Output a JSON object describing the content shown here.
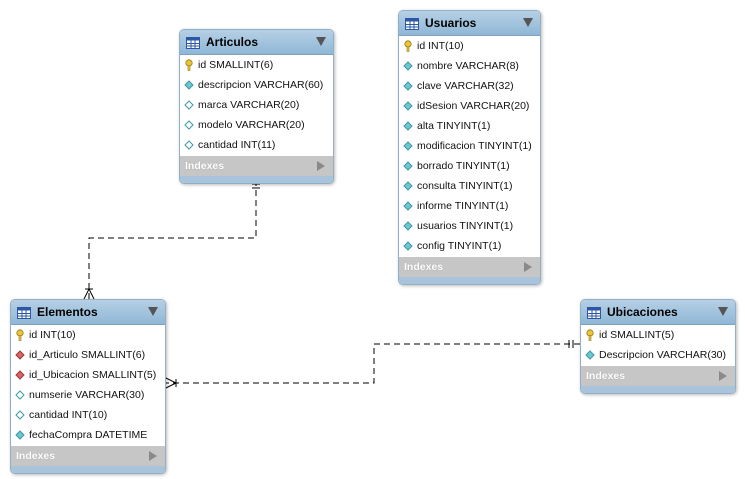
{
  "tables": [
    {
      "id": "articulos",
      "name": "Articulos",
      "columns": [
        {
          "text": "id SMALLINT(6)",
          "kind": "pk"
        },
        {
          "text": "descripcion VARCHAR(60)",
          "kind": "nn"
        },
        {
          "text": "marca VARCHAR(20)",
          "kind": "col"
        },
        {
          "text": "modelo VARCHAR(20)",
          "kind": "col"
        },
        {
          "text": "cantidad INT(11)",
          "kind": "col"
        }
      ],
      "indexes_label": "Indexes"
    },
    {
      "id": "usuarios",
      "name": "Usuarios",
      "columns": [
        {
          "text": "id INT(10)",
          "kind": "pk"
        },
        {
          "text": "nombre VARCHAR(8)",
          "kind": "nn"
        },
        {
          "text": "clave VARCHAR(32)",
          "kind": "nn"
        },
        {
          "text": "idSesion VARCHAR(20)",
          "kind": "nn"
        },
        {
          "text": "alta TINYINT(1)",
          "kind": "nn"
        },
        {
          "text": "modificacion TINYINT(1)",
          "kind": "nn"
        },
        {
          "text": "borrado TINYINT(1)",
          "kind": "nn"
        },
        {
          "text": "consulta TINYINT(1)",
          "kind": "nn"
        },
        {
          "text": "informe TINYINT(1)",
          "kind": "nn"
        },
        {
          "text": "usuarios TINYINT(1)",
          "kind": "nn"
        },
        {
          "text": "config TINYINT(1)",
          "kind": "nn"
        }
      ],
      "indexes_label": "Indexes"
    },
    {
      "id": "elementos",
      "name": "Elementos",
      "columns": [
        {
          "text": "id INT(10)",
          "kind": "pk"
        },
        {
          "text": "id_Articulo SMALLINT(6)",
          "kind": "fk"
        },
        {
          "text": "id_Ubicacion SMALLINT(5)",
          "kind": "fk"
        },
        {
          "text": "numserie VARCHAR(30)",
          "kind": "col"
        },
        {
          "text": "cantidad INT(10)",
          "kind": "col"
        },
        {
          "text": "fechaCompra DATETIME",
          "kind": "nn"
        }
      ],
      "indexes_label": "Indexes"
    },
    {
      "id": "ubicaciones",
      "name": "Ubicaciones",
      "columns": [
        {
          "text": "id SMALLINT(5)",
          "kind": "pk"
        },
        {
          "text": "Descripcion VARCHAR(30)",
          "kind": "nn"
        }
      ],
      "indexes_label": "Indexes"
    }
  ],
  "relationships": [
    {
      "from": "Articulos",
      "to": "Elementos",
      "from_cardinality": "one",
      "to_cardinality": "many"
    },
    {
      "from": "Ubicaciones",
      "to": "Elementos",
      "from_cardinality": "one",
      "to_cardinality": "many"
    }
  ],
  "colors": {
    "header": "#9dbfdc",
    "indexes_bar": "#c6c6c6",
    "pk_icon": "#e8c53a",
    "fk_icon": "#d86464",
    "column_icon": "#6fc6cf",
    "line": "#000000"
  }
}
